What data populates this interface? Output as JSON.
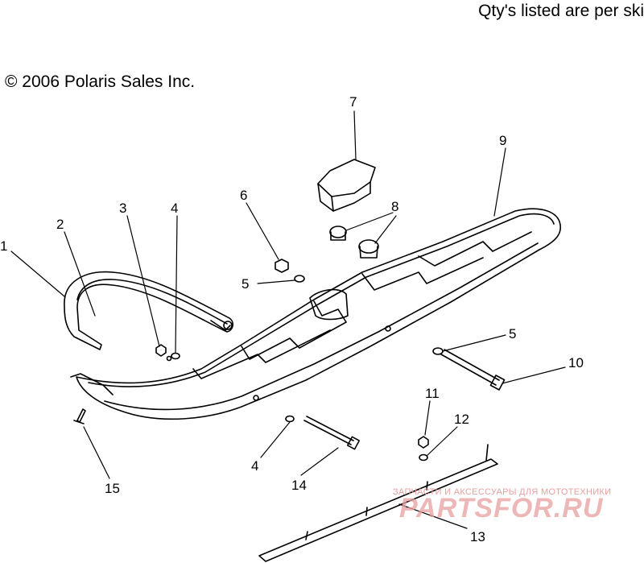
{
  "header": {
    "note": "Qty's listed are per ski",
    "copyright": "© 2006 Polaris Sales Inc."
  },
  "callouts": [
    {
      "id": "1",
      "label": "1"
    },
    {
      "id": "2",
      "label": "2"
    },
    {
      "id": "3",
      "label": "3"
    },
    {
      "id": "4a",
      "label": "4"
    },
    {
      "id": "4b",
      "label": "4"
    },
    {
      "id": "5a",
      "label": "5"
    },
    {
      "id": "5b",
      "label": "5"
    },
    {
      "id": "6",
      "label": "6"
    },
    {
      "id": "7",
      "label": "7"
    },
    {
      "id": "8",
      "label": "8"
    },
    {
      "id": "9",
      "label": "9"
    },
    {
      "id": "10",
      "label": "10"
    },
    {
      "id": "11",
      "label": "11"
    },
    {
      "id": "12",
      "label": "12"
    },
    {
      "id": "13",
      "label": "13"
    },
    {
      "id": "14",
      "label": "14"
    },
    {
      "id": "15",
      "label": "15"
    }
  ],
  "watermark": {
    "tagline": "ЗАПЧАСТИ И АКСЕССУАРЫ ДЛЯ МОТОТЕХНИКИ",
    "logo": "PARTSFOR.RU",
    "color": "#e8a0a0"
  }
}
